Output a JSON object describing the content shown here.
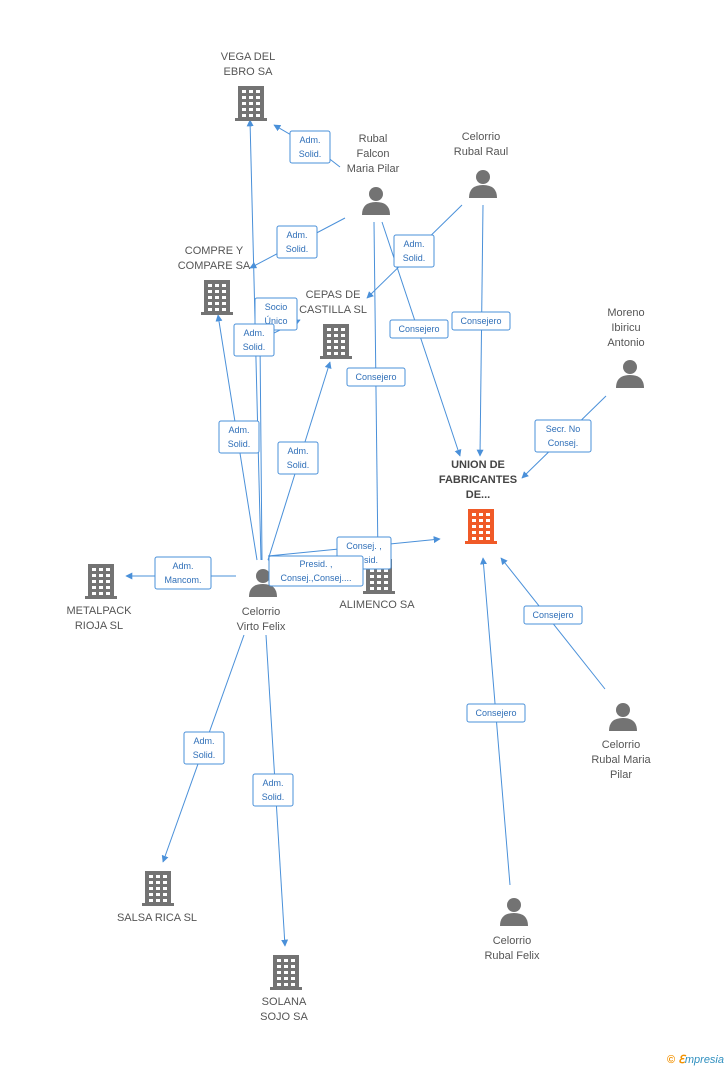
{
  "nodes": [
    {
      "id": "vega",
      "type": "company",
      "label": [
        "VEGA DEL",
        "EBRO SA"
      ]
    },
    {
      "id": "rubal_pilar",
      "type": "person",
      "label": [
        "Rubal",
        "Falcon",
        "Maria Pilar"
      ]
    },
    {
      "id": "celorrio_raul",
      "type": "person",
      "label": [
        "Celorrio",
        "Rubal Raul"
      ]
    },
    {
      "id": "compre",
      "type": "company",
      "label": [
        "COMPRE Y",
        "COMPARE SA"
      ]
    },
    {
      "id": "cepas",
      "type": "company",
      "label": [
        "CEPAS DE",
        "CASTILLA SL"
      ]
    },
    {
      "id": "moreno",
      "type": "person",
      "label": [
        "Moreno",
        "Ibiricu",
        "Antonio"
      ]
    },
    {
      "id": "union",
      "type": "company",
      "focus": true,
      "label": [
        "UNION DE",
        "FABRICANTES",
        "DE..."
      ]
    },
    {
      "id": "metalpack",
      "type": "company",
      "label": [
        "METALPACK",
        "RIOJA  SL"
      ]
    },
    {
      "id": "felix",
      "type": "person",
      "label": [
        "Celorrio",
        "Virto Felix"
      ]
    },
    {
      "id": "alimenco",
      "type": "company",
      "label": [
        "ALIMENCO SA"
      ]
    },
    {
      "id": "celorrio_maria",
      "type": "person",
      "label": [
        "Celorrio",
        "Rubal Maria",
        "Pilar"
      ]
    },
    {
      "id": "salsa",
      "type": "company",
      "label": [
        "SALSA RICA SL"
      ]
    },
    {
      "id": "solana",
      "type": "company",
      "label": [
        "SOLANA",
        "SOJO SA"
      ]
    },
    {
      "id": "celorrio_felix",
      "type": "person",
      "label": [
        "Celorrio",
        "Rubal Felix"
      ]
    }
  ],
  "edges": [
    {
      "from": "rubal_pilar",
      "to": "vega",
      "label": [
        "Adm.",
        "Solid."
      ]
    },
    {
      "from": "felix",
      "to": "vega",
      "label": [
        "Socio",
        "Único"
      ]
    },
    {
      "from": "rubal_pilar",
      "to": "compre",
      "label": [
        "Adm.",
        "Solid."
      ]
    },
    {
      "from": "felix",
      "to": "compre",
      "label": [
        "Adm.",
        "Solid."
      ]
    },
    {
      "from": "felix",
      "to": "cepas",
      "label": [
        "Adm.",
        "Solid."
      ]
    },
    {
      "from": "felix",
      "to": "cepas",
      "label": [
        "Adm.",
        "Solid."
      ]
    },
    {
      "from": "celorrio_raul",
      "to": "cepas",
      "label": [
        "Adm.",
        "Solid."
      ]
    },
    {
      "from": "rubal_pilar",
      "to": "union",
      "label": [
        "Consejero"
      ]
    },
    {
      "from": "celorrio_raul",
      "to": "union",
      "label": [
        "Consejero"
      ]
    },
    {
      "from": "moreno",
      "to": "union",
      "label": [
        "Secr.  No",
        "Consej."
      ]
    },
    {
      "from": "rubal_pilar",
      "to": "alimenco",
      "label": [
        "Consejero"
      ]
    },
    {
      "from": "felix",
      "to": "union",
      "label": [
        "Consej. ,",
        "Presid."
      ]
    },
    {
      "from": "felix",
      "to": "alimenco",
      "label": [
        "Presid. ,",
        "Consej.,Consej...."
      ]
    },
    {
      "from": "felix",
      "to": "metalpack",
      "label": [
        "Adm.",
        "Mancom."
      ]
    },
    {
      "from": "felix",
      "to": "salsa",
      "label": [
        "Adm.",
        "Solid."
      ]
    },
    {
      "from": "felix",
      "to": "solana",
      "label": [
        "Adm.",
        "Solid."
      ]
    },
    {
      "from": "celorrio_maria",
      "to": "union",
      "label": [
        "Consejero"
      ]
    },
    {
      "from": "celorrio_felix",
      "to": "union",
      "label": [
        "Consejero"
      ]
    }
  ],
  "colors": {
    "edge": "#4a90d9",
    "node": "#737373",
    "focus": "#f05a28"
  },
  "footer": {
    "copyright": "©",
    "brand_initial": "ℇ",
    "brand_rest": "mpresia"
  }
}
